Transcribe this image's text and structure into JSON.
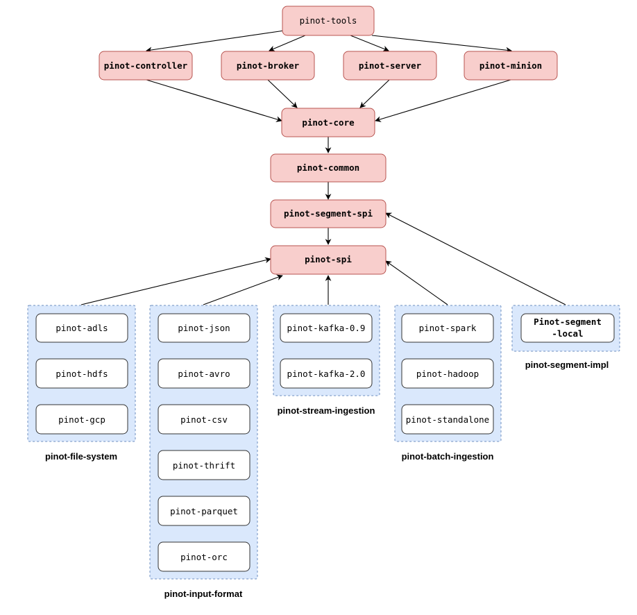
{
  "colors": {
    "core_fill": "#f8cecc",
    "core_stroke": "#b85450",
    "group_fill": "#dae8fc",
    "group_stroke": "#6c8ebf",
    "plugin_fill": "#ffffff",
    "plugin_stroke": "#333333",
    "edge": "#000000"
  },
  "nodes": {
    "tools": "pinot-tools",
    "controller": "pinot-controller",
    "broker": "pinot-broker",
    "server": "pinot-server",
    "minion": "pinot-minion",
    "core": "pinot-core",
    "common": "pinot-common",
    "segment_spi": "pinot-segment-spi",
    "spi": "pinot-spi"
  },
  "groups": {
    "file_system": {
      "label": "pinot-file-system",
      "items": [
        "pinot-adls",
        "pinot-hdfs",
        "pinot-gcp"
      ]
    },
    "input_format": {
      "label": "pinot-input-format",
      "items": [
        "pinot-json",
        "pinot-avro",
        "pinot-csv",
        "pinot-thrift",
        "pinot-parquet",
        "pinot-orc"
      ]
    },
    "stream_ingestion": {
      "label": "pinot-stream-ingestion",
      "items": [
        "pinot-kafka-0.9",
        "pinot-kafka-2.0"
      ]
    },
    "batch_ingestion": {
      "label": "pinot-batch-ingestion",
      "items": [
        "pinot-spark",
        "pinot-hadoop",
        "pinot-standalone"
      ]
    },
    "segment_impl": {
      "label": "pinot-segment-impl",
      "items": [
        "Pinot-segment",
        "-local"
      ]
    }
  }
}
